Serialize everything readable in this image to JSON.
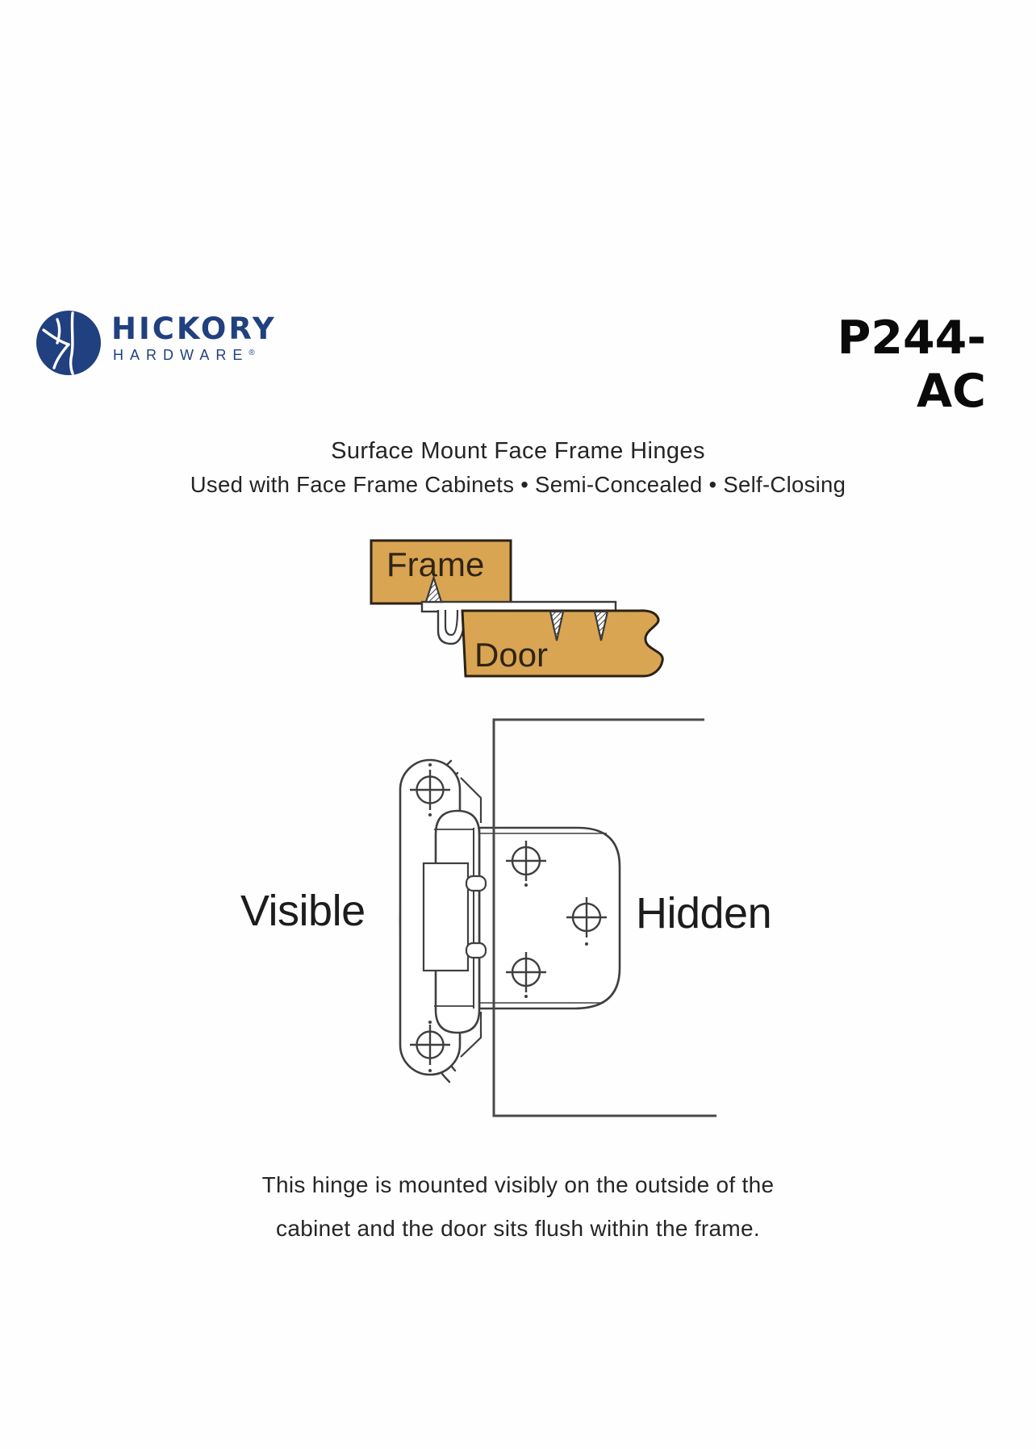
{
  "brand": {
    "name_top": "HICKORY",
    "name_bottom": "HARDWARE",
    "registered_mark": "®",
    "logo_color": "#20407f"
  },
  "product": {
    "code": "P244-AC"
  },
  "heading": {
    "title": "Surface Mount Face Frame Hinges",
    "subtitle": "Used with Face Frame Cabinets • Semi-Concealed • Self-Closing"
  },
  "cross_section_diagram": {
    "frame_label": "Frame",
    "door_label": "Door",
    "wood_color": "#d9a552",
    "outline_color": "#2b2214"
  },
  "hinge_diagram": {
    "outside_label": "Visible",
    "inside_label": "Hidden",
    "line_color": "#3f3f3f"
  },
  "caption": {
    "line1": "This hinge is mounted visibly on the outside of the",
    "line2": "cabinet and the door sits flush within the frame."
  }
}
